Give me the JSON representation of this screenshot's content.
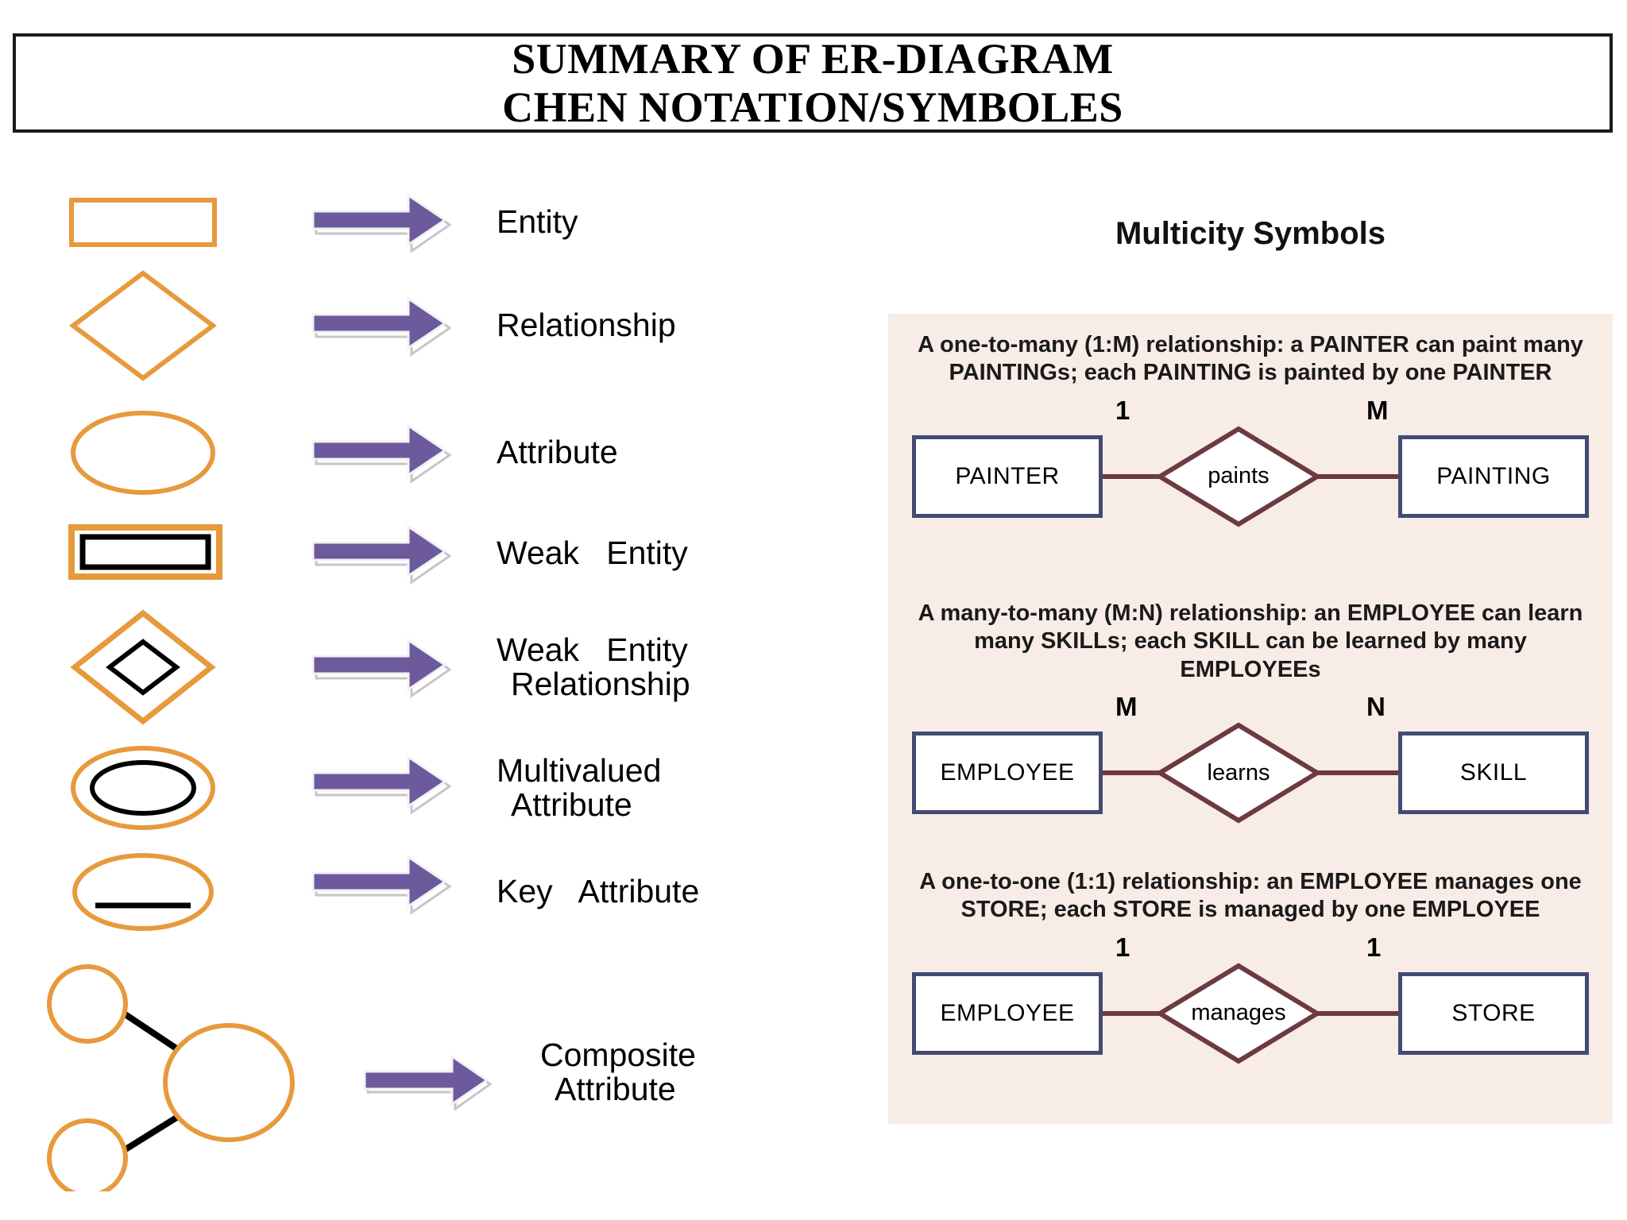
{
  "title": {
    "line1": "SUMMARY OF ER-DIAGRAM",
    "line2": "CHEN NOTATION/SYMBOLES"
  },
  "colors": {
    "symbol_orange": "#e79a3c",
    "symbol_inner_black": "#000000",
    "arrow_purple": "#6d5a9c",
    "arrow_shadow": "#b9b9bd",
    "entity_box_border": "#434a74",
    "relationship_maroon": "#6d3a41",
    "panel_background": "#f8ece7",
    "title_border": "#1a1a1a"
  },
  "legend": {
    "arrow_icon": "block-arrow-right-icon",
    "items": [
      {
        "symbol": "rectangle",
        "icon_name": "entity-rectangle-icon",
        "label_line1": "Entity",
        "label_line2": ""
      },
      {
        "symbol": "diamond",
        "icon_name": "relationship-diamond-icon",
        "label_line1": "Relationship",
        "label_line2": ""
      },
      {
        "symbol": "ellipse",
        "icon_name": "attribute-ellipse-icon",
        "label_line1": "Attribute",
        "label_line2": ""
      },
      {
        "symbol": "double-rectangle",
        "icon_name": "weak-entity-double-rectangle-icon",
        "label_line1": "Weak   Entity",
        "label_line2": ""
      },
      {
        "symbol": "double-diamond",
        "icon_name": "weak-relationship-double-diamond-icon",
        "label_line1": "Weak   Entity",
        "label_line2": "Relationship"
      },
      {
        "symbol": "double-ellipse",
        "icon_name": "multivalued-attribute-double-ellipse-icon",
        "label_line1": "Multivalued",
        "label_line2": "Attribute"
      },
      {
        "symbol": "underlined-ellipse",
        "icon_name": "key-attribute-underlined-ellipse-icon",
        "label_line1": "Key   Attribute",
        "label_line2": ""
      },
      {
        "symbol": "composite",
        "icon_name": "composite-attribute-icon",
        "label_line1": "Composite",
        "label_line2": "Attribute"
      }
    ]
  },
  "multiplicity": {
    "heading": "Multicity Symbols",
    "blocks": [
      {
        "caption_line1": "A one-to-many (1:M) relationship: a PAINTER can paint many",
        "caption_line2": "PAINTINGs; each PAINTING is painted by one PAINTER",
        "left_entity": "PAINTER",
        "right_entity": "PAINTING",
        "relationship": "paints",
        "left_cardinality": "1",
        "right_cardinality": "M"
      },
      {
        "caption_line1": "A many-to-many (M:N) relationship: an EMPLOYEE can learn",
        "caption_line2": "many SKILLs; each SKILL can be learned by many EMPLOYEEs",
        "left_entity": "EMPLOYEE",
        "right_entity": "SKILL",
        "relationship": "learns",
        "left_cardinality": "M",
        "right_cardinality": "N"
      },
      {
        "caption_line1": "A one-to-one (1:1) relationship: an EMPLOYEE manages one",
        "caption_line2": "STORE; each STORE is managed by one EMPLOYEE",
        "left_entity": "EMPLOYEE",
        "right_entity": "STORE",
        "relationship": "manages",
        "left_cardinality": "1",
        "right_cardinality": "1"
      }
    ]
  }
}
